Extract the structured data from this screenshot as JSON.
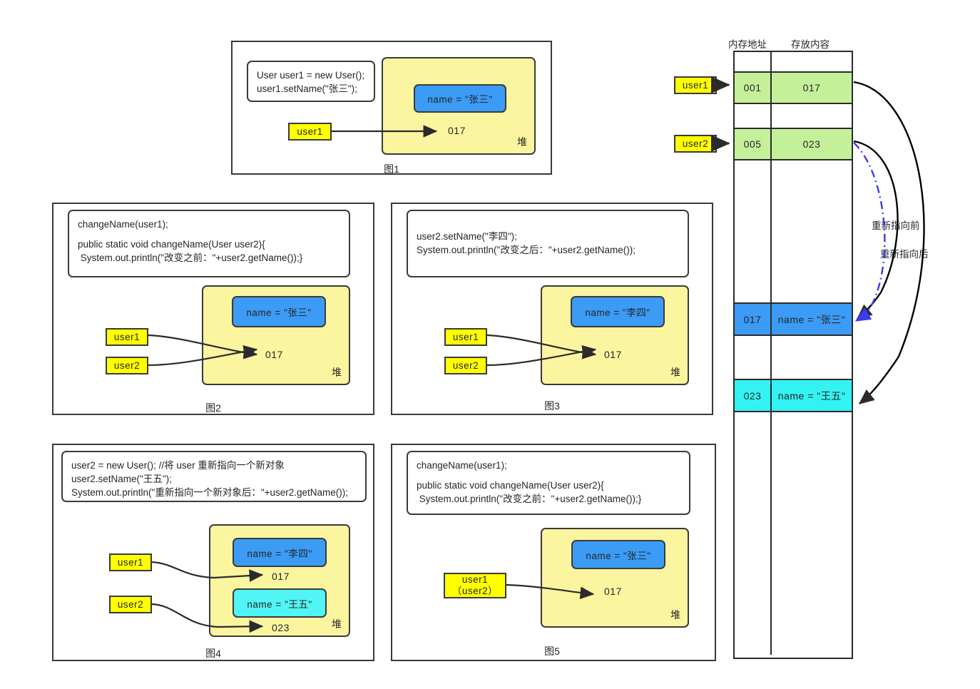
{
  "panels": [
    {
      "caption": "图1",
      "code_lines": [
        "User user1 = new User();",
        "user1.setName(\"张三\");"
      ],
      "heap_label": "堆",
      "objects": [
        {
          "text": "name  = \"张三\"",
          "color": "blue",
          "address": "017"
        }
      ],
      "variables": [
        {
          "label": "user1"
        }
      ]
    },
    {
      "caption": "图2",
      "code_lines": [
        "changeName(user1);",
        "",
        "public static void changeName(User user2){",
        " System.out.println(\"改变之前：\"+user2.getName());}"
      ],
      "heap_label": "堆",
      "objects": [
        {
          "text": "name  = \"张三\"",
          "color": "blue",
          "address": "017"
        }
      ],
      "variables": [
        {
          "label": "user1"
        },
        {
          "label": "user2"
        }
      ]
    },
    {
      "caption": "图3",
      "code_lines": [
        "user2.setName(\"李四\");",
        "System.out.println(\"改变之后：\"+user2.getName());"
      ],
      "heap_label": "堆",
      "objects": [
        {
          "text": "name  = \"李四\"",
          "color": "blue",
          "address": "017"
        }
      ],
      "variables": [
        {
          "label": "user1"
        },
        {
          "label": "user2"
        }
      ]
    },
    {
      "caption": "图4",
      "code_lines": [
        "user2 = new User(); //将 user 重新指向一个新对象",
        "user2.setName(\"王五\");",
        "System.out.println(\"重新指向一个新对象后：\"+user2.getName());"
      ],
      "heap_label": "堆",
      "objects": [
        {
          "text": "name  = \"李四\"",
          "color": "blue",
          "address": "017"
        },
        {
          "text": "name  = \"王五\"",
          "color": "cyan",
          "address": "023"
        }
      ],
      "variables": [
        {
          "label": "user1"
        },
        {
          "label": "user2"
        }
      ]
    },
    {
      "caption": "图5",
      "code_lines": [
        "changeName(user1);",
        "",
        "public static void changeName(User user2){",
        " System.out.println(\"改变之前：\"+user2.getName());}"
      ],
      "heap_label": "堆",
      "objects": [
        {
          "text": "name  = \"张三\"",
          "color": "blue",
          "address": "017"
        }
      ],
      "variables": [
        {
          "label_line1": "user1",
          "label_line2": "（user2）"
        }
      ]
    }
  ],
  "memory": {
    "header_address": "内存地址",
    "header_content": "存放内容",
    "pointers": [
      {
        "label": "user1"
      },
      {
        "label": "user2"
      }
    ],
    "rows": [
      {
        "address": "",
        "value": "",
        "fill": "none"
      },
      {
        "address": "001",
        "value": "017",
        "fill": "green"
      },
      {
        "address": "",
        "value": "",
        "fill": "none"
      },
      {
        "address": "005",
        "value": "023",
        "fill": "green"
      },
      {
        "address": "",
        "value": "",
        "fill": "none"
      },
      {
        "address": "017",
        "value": "name = \"张三\"",
        "fill": "blue"
      },
      {
        "address": "",
        "value": "",
        "fill": "none"
      },
      {
        "address": "023",
        "value": "name = \"王五\"",
        "fill": "cyan"
      },
      {
        "address": "",
        "value": "",
        "fill": "none"
      }
    ],
    "curve_labels": [
      {
        "text": "重新指向前"
      },
      {
        "text": "重新指向后"
      }
    ]
  },
  "colors": {
    "heap_yellow": "#fcf5a0",
    "var_yellow": "#ffff00",
    "object_blue": "#3b9bf5",
    "object_cyan": "#51f5f5",
    "mem_green": "#c5f09a",
    "mem_blue": "#3b9bf5",
    "mem_cyan": "#33f2f2",
    "stroke": "#3a3a3a",
    "arrow_before": "#3b3bf0"
  }
}
